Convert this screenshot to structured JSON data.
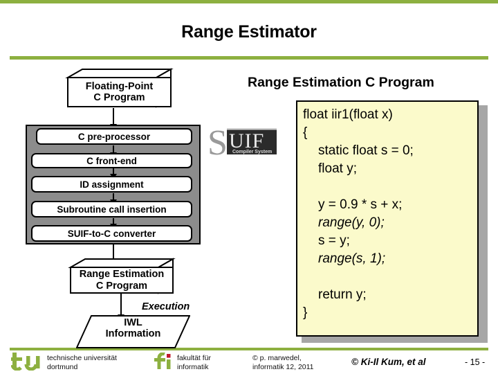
{
  "slide": {
    "title": "Range Estimator",
    "accent_color": "#8DB040",
    "page_number": "- 15 -"
  },
  "flowchart": {
    "input_box": {
      "label_line1": "Floating-Point",
      "label_line2": "C Program"
    },
    "tool_steps": [
      {
        "label": "C pre-processor"
      },
      {
        "label": "C front-end"
      },
      {
        "label": "ID assignment"
      },
      {
        "label": "Subroutine call insertion"
      },
      {
        "label": "SUIF-to-C converter"
      }
    ],
    "output_box": {
      "label_line1": "Range Estimation",
      "label_line2": "C Program"
    },
    "execution_label": "Execution",
    "result_box": {
      "label_line1": "IWL",
      "label_line2": "Information"
    },
    "logo": {
      "name": "SUIF",
      "initial": "S",
      "rest": "UIF",
      "tagline": "Compiler System"
    }
  },
  "code_panel": {
    "heading": "Range Estimation C Program",
    "background_color": "#FBFACB",
    "lines": [
      {
        "text": "float iir1(float x)",
        "indent": false,
        "italic": false
      },
      {
        "text": "{",
        "indent": false,
        "italic": false
      },
      {
        "text": "static float s = 0;",
        "indent": true,
        "italic": false
      },
      {
        "text": "float y;",
        "indent": true,
        "italic": false
      },
      {
        "text": "",
        "indent": false,
        "italic": false
      },
      {
        "text": "y = 0.9 * s + x;",
        "indent": true,
        "italic": false
      },
      {
        "text": "range(y, 0);",
        "indent": true,
        "italic": true
      },
      {
        "text": "s = y;",
        "indent": true,
        "italic": false
      },
      {
        "text": "range(s, 1);",
        "indent": true,
        "italic": true
      },
      {
        "text": "",
        "indent": false,
        "italic": false
      },
      {
        "text": "return y;",
        "indent": true,
        "italic": false
      },
      {
        "text": "}",
        "indent": false,
        "italic": false
      }
    ]
  },
  "footer": {
    "university_line1": "technische universität",
    "university_line2": "dortmund",
    "faculty_line1": "fakultät für",
    "faculty_line2": "informatik",
    "copyright_line1": "© p. marwedel,",
    "copyright_line2": "informatik 12,  2011",
    "attribution": "© Ki-Il Kum, et al",
    "page_number": "- 15 -"
  }
}
